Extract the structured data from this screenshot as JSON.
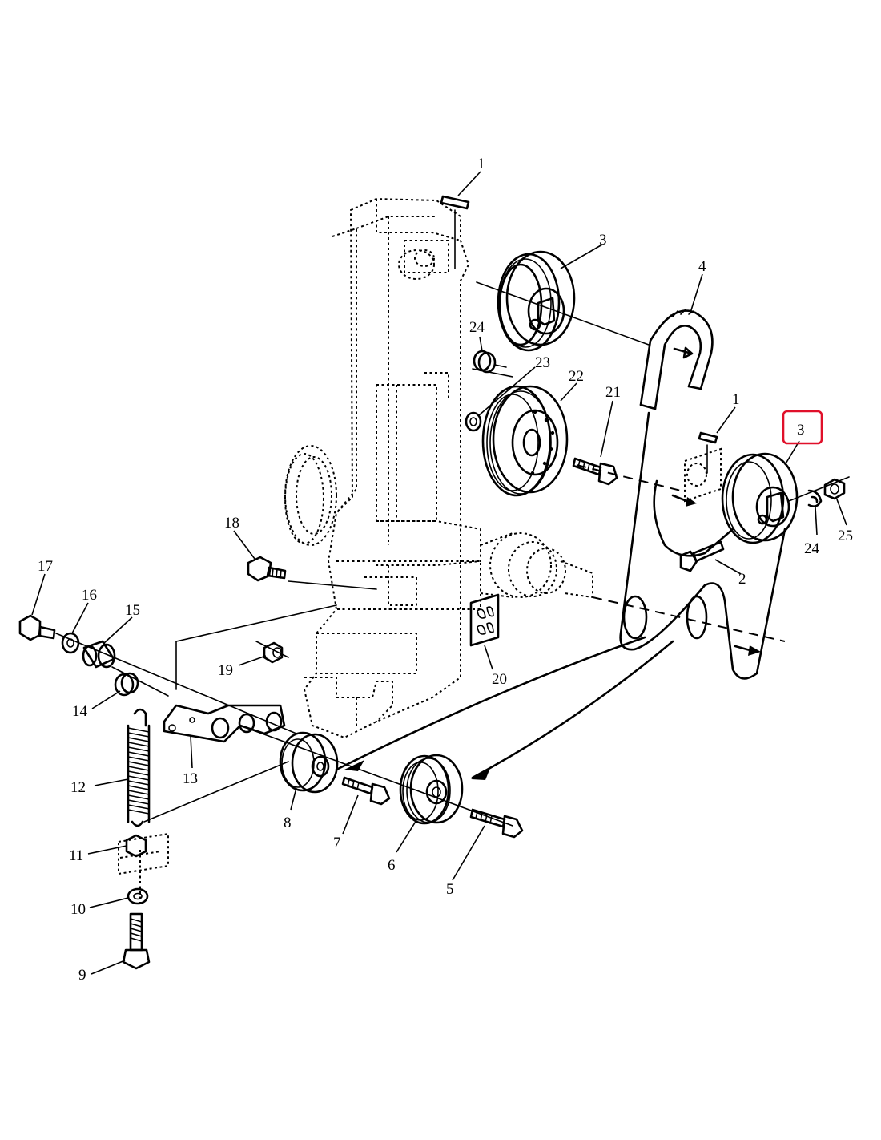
{
  "diagram": {
    "callouts": [
      {
        "key": "c1a",
        "text": "1"
      },
      {
        "key": "c1b",
        "text": "1"
      },
      {
        "key": "c2",
        "text": "2"
      },
      {
        "key": "c3a",
        "text": "3"
      },
      {
        "key": "c3b",
        "text": "3"
      },
      {
        "key": "c4",
        "text": "4"
      },
      {
        "key": "c5",
        "text": "5"
      },
      {
        "key": "c6",
        "text": "6"
      },
      {
        "key": "c7",
        "text": "7"
      },
      {
        "key": "c8",
        "text": "8"
      },
      {
        "key": "c9",
        "text": "9"
      },
      {
        "key": "c10",
        "text": "10"
      },
      {
        "key": "c11",
        "text": "11"
      },
      {
        "key": "c12",
        "text": "12"
      },
      {
        "key": "c13",
        "text": "13"
      },
      {
        "key": "c14",
        "text": "14"
      },
      {
        "key": "c15",
        "text": "15"
      },
      {
        "key": "c16",
        "text": "16"
      },
      {
        "key": "c17",
        "text": "17"
      },
      {
        "key": "c18",
        "text": "18"
      },
      {
        "key": "c19",
        "text": "19"
      },
      {
        "key": "c20",
        "text": "20"
      },
      {
        "key": "c21",
        "text": "21"
      },
      {
        "key": "c22",
        "text": "22"
      },
      {
        "key": "c23",
        "text": "23"
      },
      {
        "key": "c24a",
        "text": "24"
      },
      {
        "key": "c24b",
        "text": "24"
      },
      {
        "key": "c25",
        "text": "25"
      }
    ],
    "highlight": {
      "callout": "c3b",
      "color": "#e0102a"
    },
    "line_color": "#000000",
    "background": "#ffffff"
  }
}
